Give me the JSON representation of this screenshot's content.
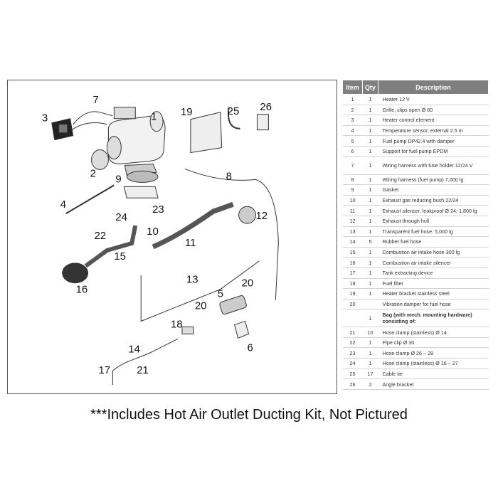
{
  "table": {
    "headers": {
      "item": "Item",
      "qty": "Qty",
      "description": "Description"
    },
    "rows": [
      {
        "item": "1",
        "qty": "1",
        "description": "Heater 12 V"
      },
      {
        "item": "2",
        "qty": "1",
        "description": "Grille, clips open Ø 60"
      },
      {
        "item": "3",
        "qty": "1",
        "description": "Heater control element"
      },
      {
        "item": "4",
        "qty": "1",
        "description": "Temperature sensor, external 2.5 m"
      },
      {
        "item": "5",
        "qty": "1",
        "description": "Fuel pump DP42.4 with damper"
      },
      {
        "item": "6",
        "qty": "1",
        "description": "Support for fuel pump EPDM"
      },
      {
        "item": "7",
        "qty": "1",
        "description": "Wiring harness with fuse holder 12/24 V"
      },
      {
        "item": "8",
        "qty": "1",
        "description": "Wiring harness (fuel pump) 7,000 lg"
      },
      {
        "item": "9",
        "qty": "1",
        "description": "Gasket"
      },
      {
        "item": "10",
        "qty": "1",
        "description": "Exhaust gas reducing bush 22/24"
      },
      {
        "item": "11",
        "qty": "1",
        "description": "Exhaust silencer, leakproof Ø 24; 1,800 lg"
      },
      {
        "item": "12",
        "qty": "1",
        "description": "Exhaust through hull"
      },
      {
        "item": "13",
        "qty": "1",
        "description": "Transparent fuel hose: 5,000 lg"
      },
      {
        "item": "14",
        "qty": "5",
        "description": "Rubber fuel hose"
      },
      {
        "item": "15",
        "qty": "1",
        "description": "Combustion air intake hose 300 lg"
      },
      {
        "item": "16",
        "qty": "1",
        "description": "Combustion air intake silencer"
      },
      {
        "item": "17",
        "qty": "1",
        "description": "Tank extracting device"
      },
      {
        "item": "18",
        "qty": "1",
        "description": "Fuel filter"
      },
      {
        "item": "19",
        "qty": "1",
        "description": "Heater bracket stainless steel"
      },
      {
        "item": "20",
        "qty": "",
        "description": "Vibration damper for fuel hose"
      },
      {
        "item": "",
        "qty": "1",
        "description": "Bag (with mech. mounting hardware) consisting of:"
      },
      {
        "item": "21",
        "qty": "10",
        "description": "Hose clamp (stainless) Ø 14"
      },
      {
        "item": "22",
        "qty": "1",
        "description": "Pipe clip Ø 30"
      },
      {
        "item": "23",
        "qty": "1",
        "description": "Hose clamp Ø 26 – 28"
      },
      {
        "item": "24",
        "qty": "1",
        "description": "Hose clamp (stainless) Ø 16 – 27"
      },
      {
        "item": "25",
        "qty": "17",
        "description": "Cable tie"
      },
      {
        "item": "26",
        "qty": "2",
        "description": "Angle bracket"
      }
    ]
  },
  "callouts": [
    "1",
    "2",
    "3",
    "4",
    "5",
    "6",
    "7",
    "8",
    "9",
    "10",
    "11",
    "12",
    "13",
    "14",
    "15",
    "16",
    "17",
    "18",
    "19",
    "20",
    "20",
    "21",
    "22",
    "23",
    "24",
    "25",
    "26"
  ],
  "footer": "***Includes Hot Air Outlet Ducting Kit, Not Pictured",
  "colors": {
    "header_bg": "#7f7f7f",
    "line": "#333333",
    "row_border": "#d4d4d4"
  }
}
